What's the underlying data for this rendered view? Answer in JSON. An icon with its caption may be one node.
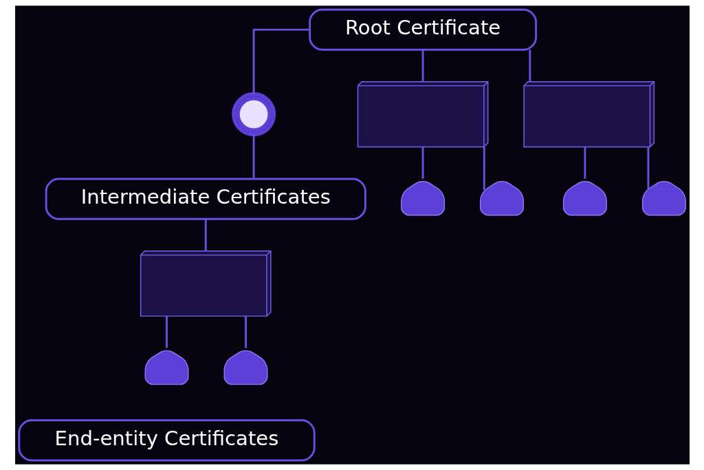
{
  "diagram": {
    "nodes": [
      {
        "text": [
          "Root Certificate"
        ]
      },
      {
        "text": [],
        "shape": "badge"
      },
      {
        "text": [
          "Intermediate Certificates"
        ]
      },
      {
        "text": [],
        "shape": "computer"
      },
      {
        "text": [],
        "shape": "computer"
      },
      {
        "text": [],
        "shape": "computer"
      },
      {
        "text": [],
        "shape": "lock"
      },
      {
        "text": [],
        "shape": "lock"
      },
      {
        "text": [],
        "shape": "lock"
      },
      {
        "text": [],
        "shape": "lock"
      },
      {
        "text": [],
        "shape": "lock"
      },
      {
        "text": [],
        "shape": "lock"
      },
      {
        "text": [
          "End-entity Certificates"
        ]
      }
    ],
    "edges": [
      {
        "from": 0,
        "to": 3,
        "arrow": "none"
      },
      {
        "from": 0,
        "to": 1,
        "arrow": "none"
      },
      {
        "from": 1,
        "to": 2,
        "arrow": "none"
      },
      {
        "from": 0,
        "to": 5,
        "arrow": "none"
      },
      {
        "from": 2,
        "to": 4,
        "arrow": "none"
      },
      {
        "from": 3,
        "to": 6,
        "arrow": "none"
      },
      {
        "from": 3,
        "to": 7,
        "arrow": "none"
      },
      {
        "from": 4,
        "to": 8,
        "arrow": "none"
      },
      {
        "from": 4,
        "to": 9,
        "arrow": "none"
      },
      {
        "from": 5,
        "to": 10,
        "arrow": "none"
      },
      {
        "from": 5,
        "to": 11,
        "arrow": "none"
      }
    ]
  }
}
